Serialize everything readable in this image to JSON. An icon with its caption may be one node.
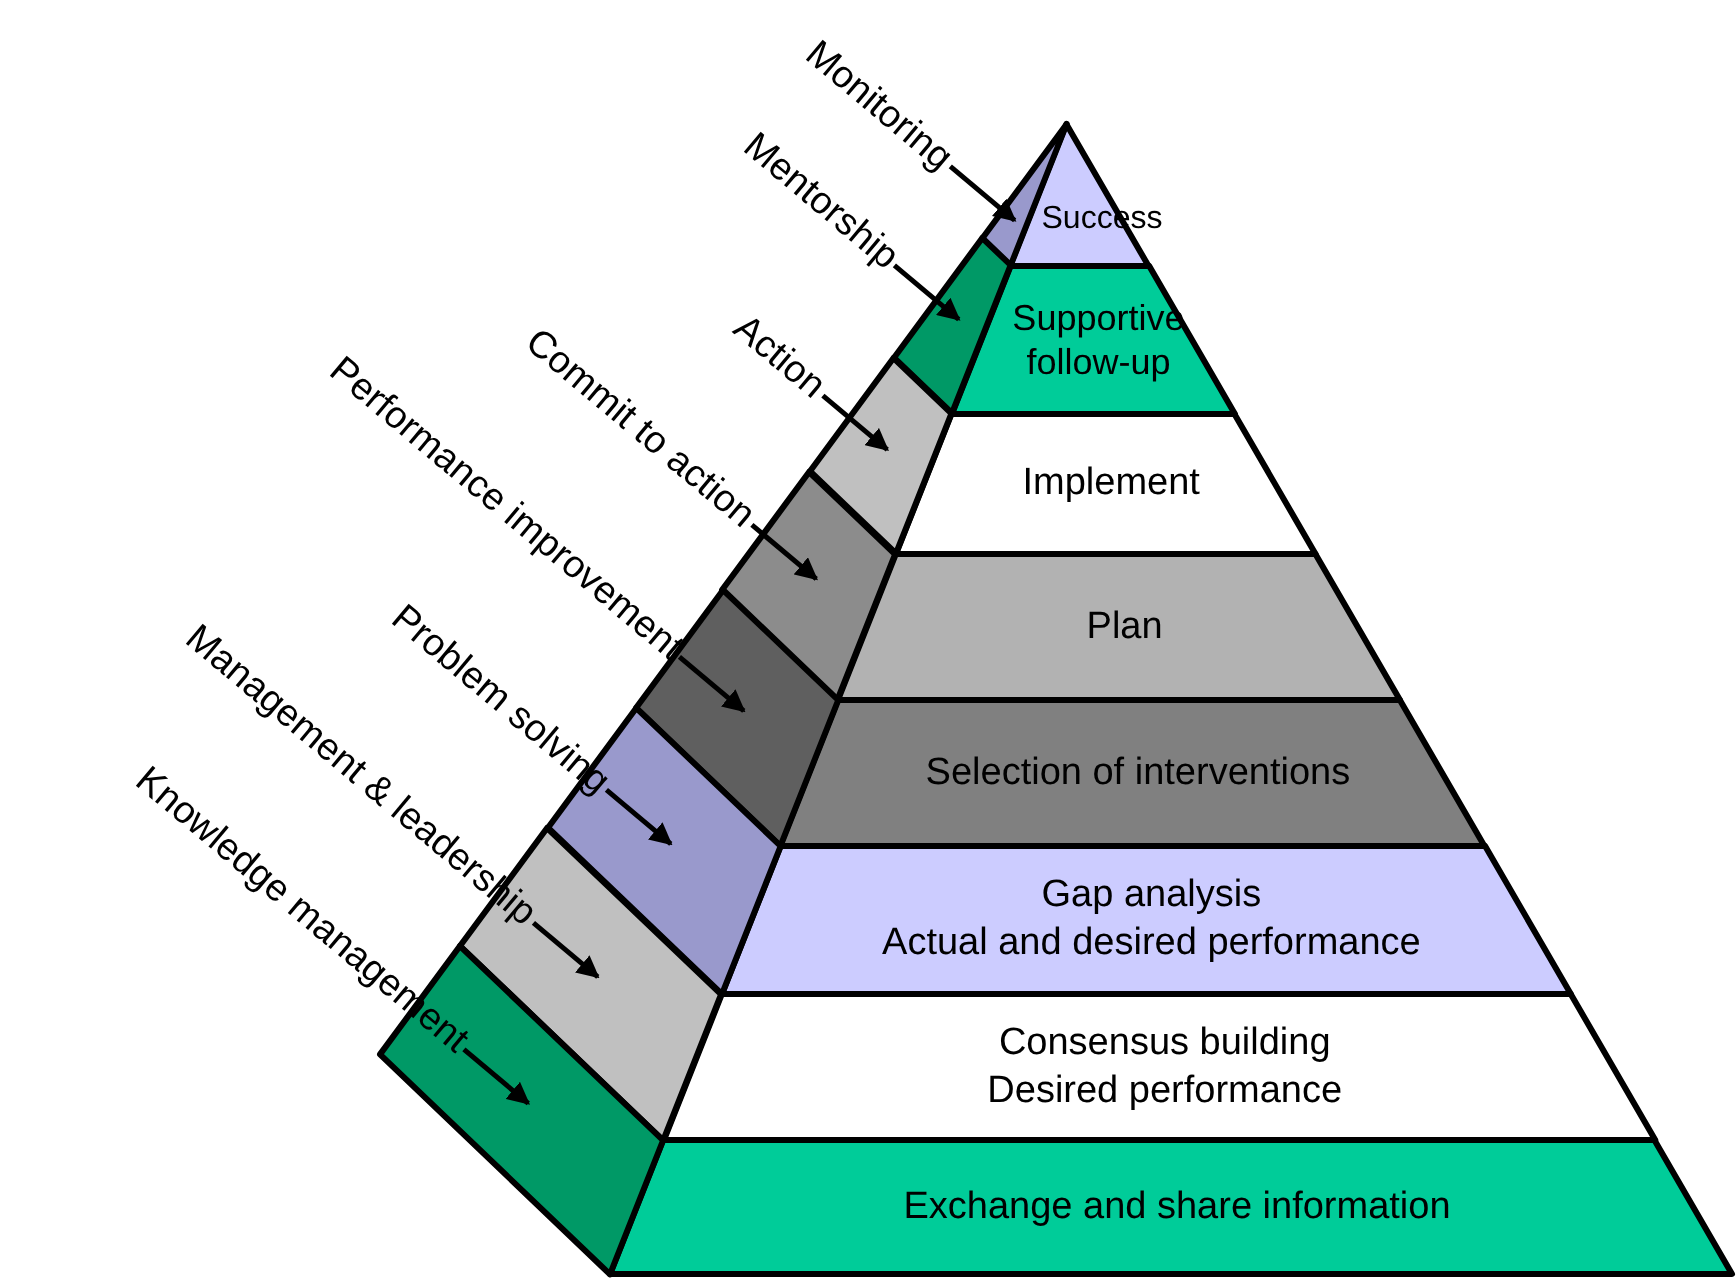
{
  "diagram": {
    "nodes": [
      {
        "text": [
          "Success"
        ]
      },
      {
        "text": [
          "Supportive follow-up"
        ]
      },
      {
        "text": [
          "Implement"
        ]
      },
      {
        "text": [
          "Plan"
        ]
      },
      {
        "text": [
          "Selection of interventions"
        ]
      },
      {
        "text": [
          "Gap analysis",
          "Actual and desired performance"
        ]
      },
      {
        "text": [
          "Consensus building",
          "Desired performance"
        ]
      },
      {
        "text": [
          "Exchange and share information"
        ]
      },
      {
        "text": [],
        "shape": "box"
      },
      {
        "text": [],
        "shape": "box"
      },
      {
        "text": [],
        "shape": "box"
      },
      {
        "text": [],
        "shape": "box"
      },
      {
        "text": [],
        "shape": "box"
      },
      {
        "text": [],
        "shape": "box"
      },
      {
        "text": [],
        "shape": "box"
      },
      {
        "text": [],
        "shape": "box"
      },
      {
        "text": [
          "Monitoring"
        ]
      },
      {
        "text": [
          "Mentorship"
        ]
      },
      {
        "text": [
          "Action"
        ]
      },
      {
        "text": [
          "Commit to action"
        ]
      },
      {
        "text": [
          "Performance improvement"
        ]
      },
      {
        "text": [
          "Problem solving"
        ]
      },
      {
        "text": [
          "Management & leadership"
        ]
      },
      {
        "text": [
          "Knowledge management"
        ]
      }
    ],
    "edges": [
      {
        "from": 16,
        "to": 8,
        "arrow": "to"
      },
      {
        "from": 17,
        "to": 9,
        "arrow": "to"
      },
      {
        "from": 18,
        "to": 10,
        "arrow": "to"
      },
      {
        "from": 19,
        "to": 11,
        "arrow": "to"
      },
      {
        "from": 20,
        "to": 12,
        "arrow": "to"
      },
      {
        "from": 21,
        "to": 13,
        "arrow": "to"
      },
      {
        "from": 22,
        "to": 14,
        "arrow": "to"
      },
      {
        "from": 23,
        "to": 15,
        "arrow": "to"
      }
    ]
  }
}
